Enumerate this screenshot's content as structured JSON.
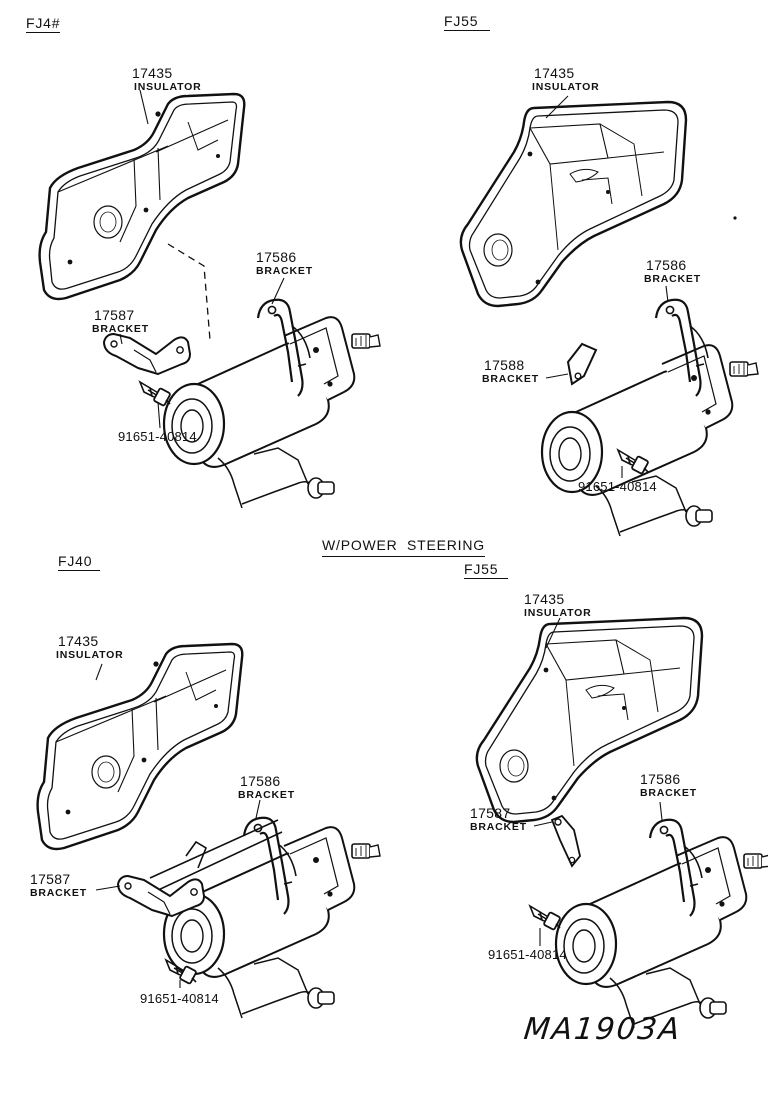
{
  "sections": [
    {
      "id": "fj4x",
      "label": "FJ4#"
    },
    {
      "id": "fj55a",
      "label": "FJ55"
    },
    {
      "id": "fj40",
      "label": "FJ40"
    },
    {
      "id": "fj55b",
      "label": "FJ55"
    }
  ],
  "power_steering_label": "W/POWER  STEERING",
  "drawing_code": "MA1903A",
  "callouts": {
    "fj4x": [
      {
        "number": "17435",
        "name": "INSULATOR"
      },
      {
        "number": "17586",
        "name": "BRACKET"
      },
      {
        "number": "17587",
        "name": "BRACKET"
      },
      {
        "number": "91651-40814",
        "name": ""
      }
    ],
    "fj55a": [
      {
        "number": "17435",
        "name": "INSULATOR"
      },
      {
        "number": "17586",
        "name": "BRACKET"
      },
      {
        "number": "17588",
        "name": "BRACKET"
      },
      {
        "number": "91651-40814",
        "name": ""
      }
    ],
    "fj40": [
      {
        "number": "17435",
        "name": "INSULATOR"
      },
      {
        "number": "17586",
        "name": "BRACKET"
      },
      {
        "number": "17587",
        "name": "BRACKET"
      },
      {
        "number": "91651-40814",
        "name": ""
      }
    ],
    "fj55b": [
      {
        "number": "17435",
        "name": "INSULATOR"
      },
      {
        "number": "17587",
        "name": "BRACKET"
      },
      {
        "number": "17586",
        "name": "BRACKET"
      },
      {
        "number": "91651-40814",
        "name": ""
      }
    ]
  }
}
